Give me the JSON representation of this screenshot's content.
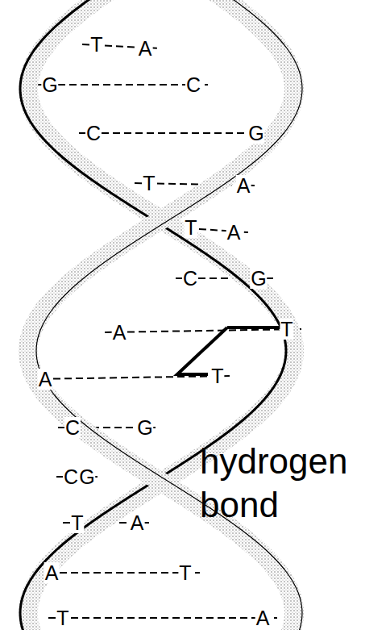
{
  "diagram": {
    "labels": [
      "T",
      "A",
      "G",
      "C",
      "C",
      "G",
      "T",
      "A",
      "T",
      "A",
      "C",
      "G",
      "A",
      "T",
      "A",
      "T",
      "C",
      "G",
      "C",
      "G",
      "T",
      "A",
      "A",
      "T",
      "T",
      "A",
      "hydrogen bond"
    ]
  }
}
